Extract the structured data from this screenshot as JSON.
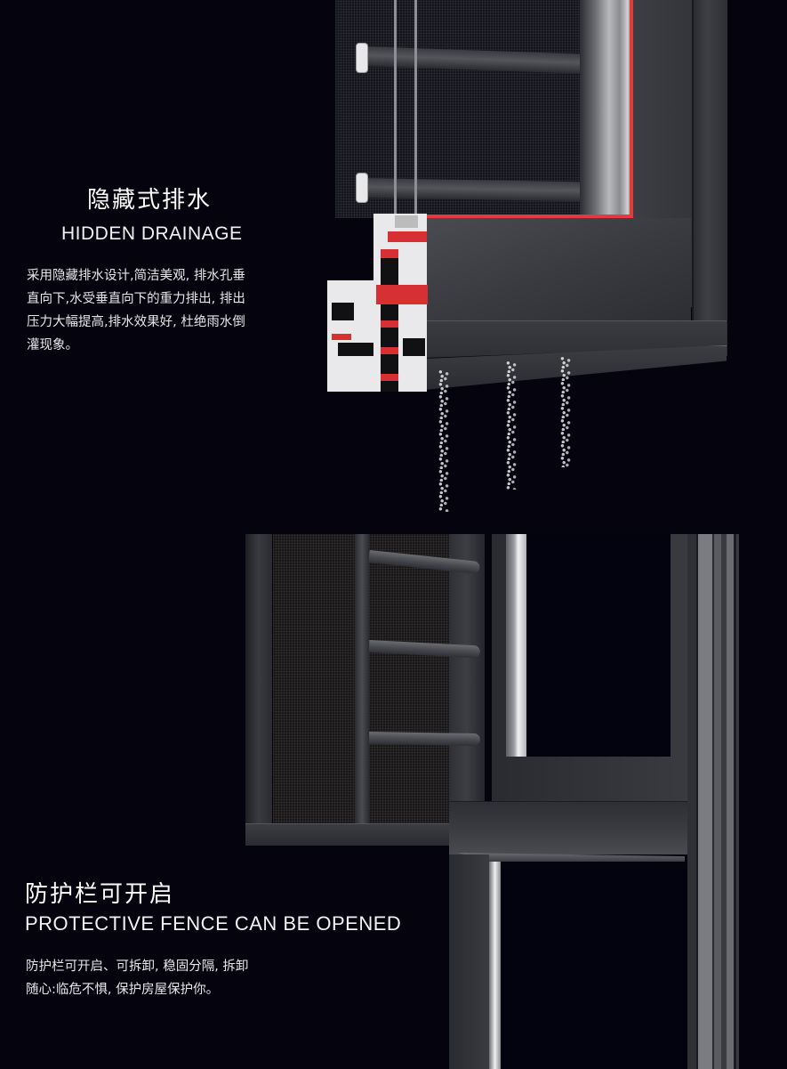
{
  "section_drainage": {
    "title_cn": "隐藏式排水",
    "title_en": "HIDDEN DRAINAGE",
    "description_lines": [
      "采用隐藏排水设计,简洁美观, 排水孔垂",
      "直向下,水受垂直向下的重力排出, 排出",
      "压力大幅提高,排水效果好, 杜绝雨水倒",
      "灌现象。"
    ],
    "image": "window-profile-cross-section-with-water-drips"
  },
  "section_fence": {
    "title_cn": "防护栏可开启",
    "title_en": "PROTECTIVE FENCE CAN BE OPENED",
    "description_lines": [
      "防护栏可开启、可拆卸, 稳固分隔, 拆卸",
      "随心:临危不惧, 保护房屋保护你。"
    ],
    "image": "window-with-opened-security-screen-and-bars"
  },
  "colors": {
    "background": "#04030e",
    "frame_gray": "#3a3b40",
    "accent_red": "#e43a3a",
    "text": "#ffffff"
  }
}
